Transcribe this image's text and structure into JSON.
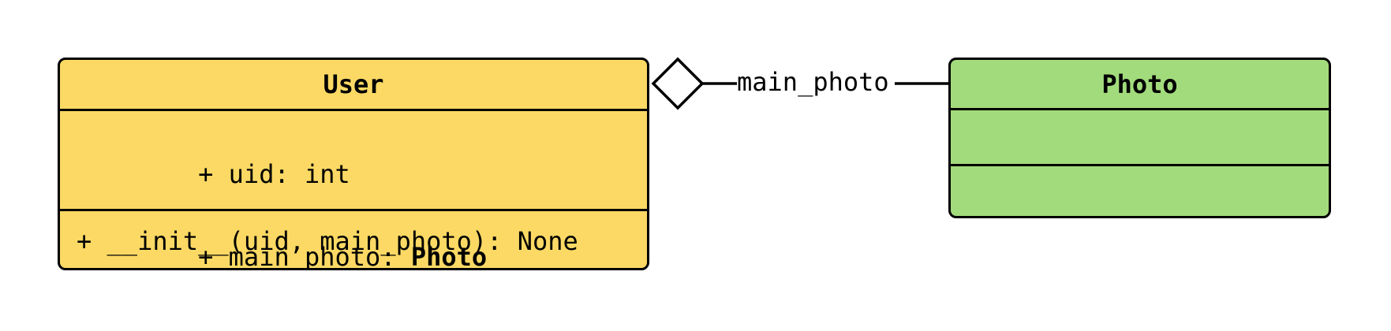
{
  "diagram": {
    "background": "#FFFFFF",
    "border_color": "#000000",
    "user_class": {
      "title": "User",
      "fill": "#FBD964",
      "attribute_uid": "+ uid: int",
      "attribute_main_photo_prefix": "+ main_photo: ",
      "attribute_main_photo_type": "Photo",
      "method_init": "+ __init__(uid, main_photo): None"
    },
    "photo_class": {
      "title": "Photo",
      "fill": "#A2DB7C"
    },
    "relationship": {
      "type": "aggregation",
      "label": "main_photo",
      "diamond_fill": "#FFFFFF",
      "line_color": "#000000"
    }
  }
}
